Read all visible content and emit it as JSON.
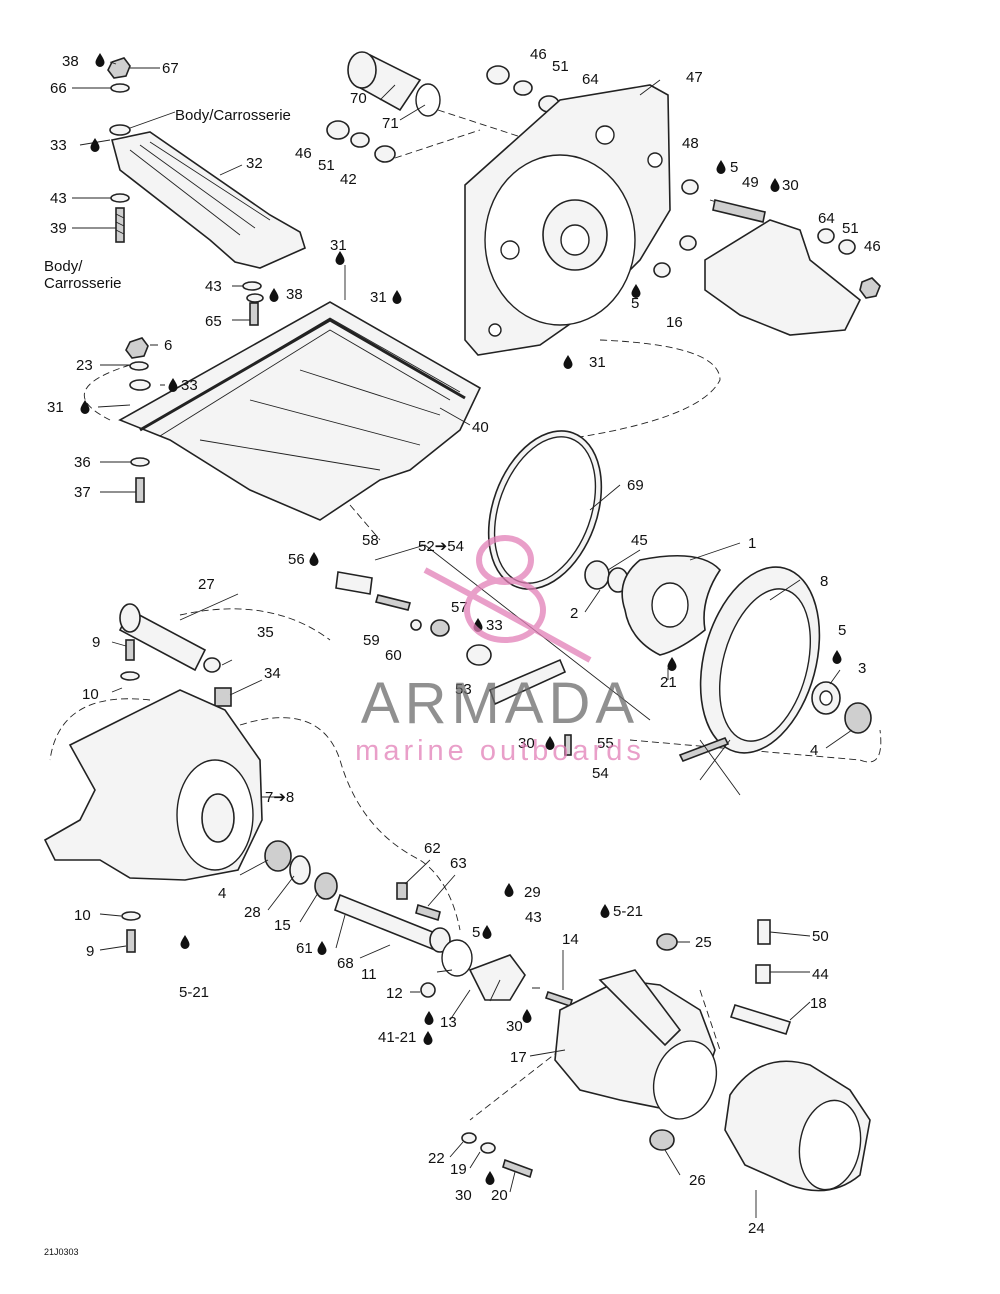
{
  "notes": {
    "body_top": "Body/Carrosserie",
    "body_side_line1": "Body/",
    "body_side_line2": "Carrosserie"
  },
  "drawing_code": "21J0303",
  "watermark": {
    "brand": "ARMADA",
    "tagline": "marine outboards",
    "brand_color": "#6b6b6b",
    "tag_color": "#e27fb7"
  },
  "labels": {
    "l38a": "38",
    "l67": "67",
    "l66": "66",
    "l33a": "33",
    "l32": "32",
    "l43a": "43",
    "l39": "39",
    "l31a": "31",
    "l43b": "43",
    "l38b": "38",
    "l65": "65",
    "l6": "6",
    "l23": "23",
    "l33b": "33",
    "l31b": "31",
    "l40": "40",
    "l36": "36",
    "l37": "37",
    "l70": "70",
    "l71": "71",
    "l46a": "46",
    "l51a": "51",
    "l64a": "64",
    "l47": "47",
    "l46b": "46",
    "l51b": "51",
    "l42": "42",
    "l48": "48",
    "l5a": "5",
    "l49": "49",
    "l30a": "30",
    "l64b": "64",
    "l51c": "51",
    "l46c": "46",
    "l31c": "31",
    "l5b": "5",
    "l16": "16",
    "l31d": "31",
    "l69": "69",
    "l1": "1",
    "l45": "45",
    "l2": "2",
    "l8": "8",
    "l5c": "5",
    "l3": "3",
    "l4a": "4",
    "l21": "21",
    "l56": "56",
    "l58": "58",
    "l52": "52➔54",
    "l57": "57",
    "l33c": "33",
    "l59": "59",
    "l60": "60",
    "l53": "53",
    "l30b": "30",
    "l55": "55",
    "l54": "54",
    "l27": "27",
    "l9a": "9",
    "l35": "35",
    "l34": "34",
    "l10a": "10",
    "l78": "7➔8",
    "l4b": "4",
    "l28": "28",
    "l15": "15",
    "l61": "61",
    "l68": "68",
    "l10b": "10",
    "l9b": "9",
    "l521a": "5-21",
    "l62": "62",
    "l63": "63",
    "l29": "29",
    "l5d": "5",
    "l43c": "43",
    "l11": "11",
    "l14": "14",
    "l12": "12",
    "l13": "13",
    "l30c": "30",
    "l41": "41-21",
    "l521b": "5-21",
    "l25": "25",
    "l50": "50",
    "l44": "44",
    "l18": "18",
    "l17": "17",
    "l22": "22",
    "l19": "19",
    "l30d": "30",
    "l20": "20",
    "l26": "26",
    "l24": "24"
  }
}
